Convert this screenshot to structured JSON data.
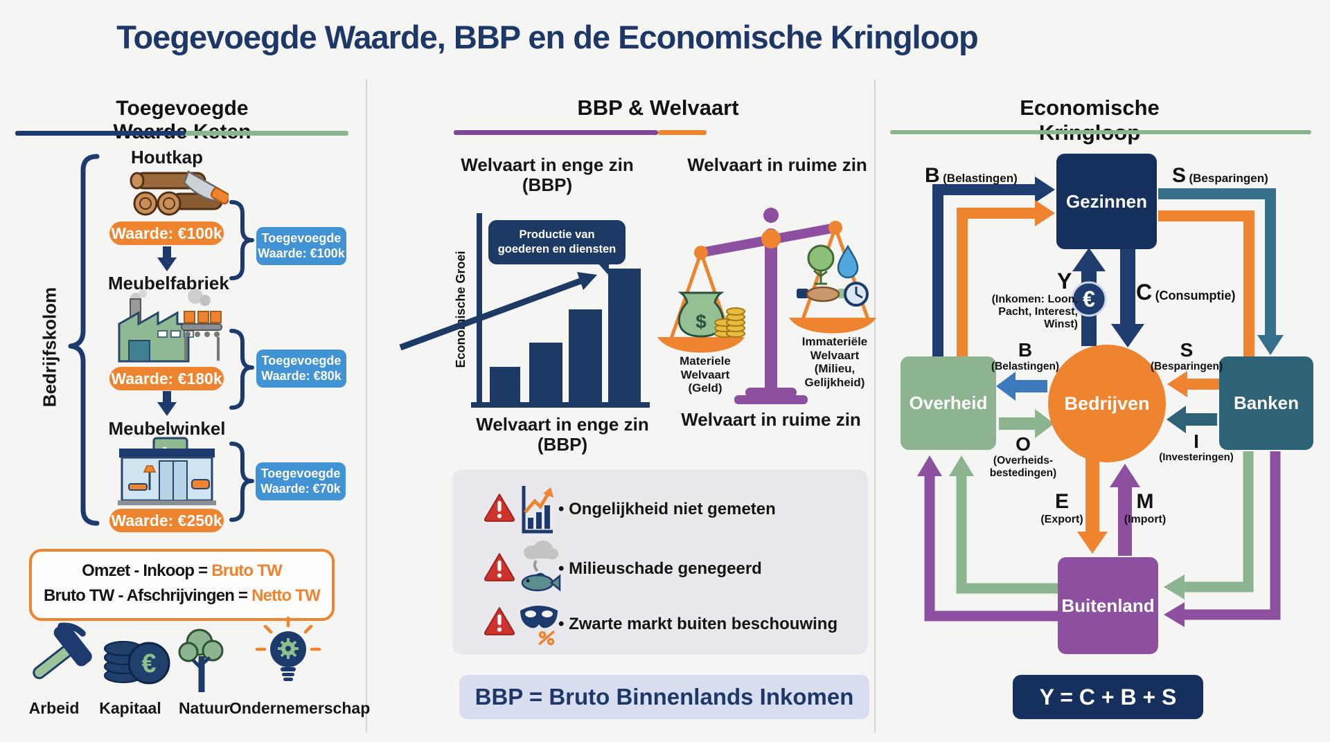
{
  "title": "Toegevoegde Waarde, BBP en de Economische Kringloop",
  "glyphs": {
    "euro": "€",
    "dollar": "$"
  },
  "colors": {
    "navy": "#1c3a6b",
    "orange": "#ee8430",
    "blue": "#4293d4",
    "green": "#8cb48f",
    "teal": "#2e6377",
    "purple": "#8d4fa0",
    "red": "#ce332e"
  },
  "col1": {
    "header": "Toegevoegde Waarde Keten",
    "side_label": "Bedrijfskolom",
    "stages": [
      {
        "name": "Houtkap",
        "value": "Waarde: €100k",
        "added": "Toegevoegde Waarde: €100k"
      },
      {
        "name": "Meubelfabriek",
        "value": "Waarde: €180k",
        "added": "Toegevoegde Waarde: €80k"
      },
      {
        "name": "Meubelwinkel",
        "value": "Waarde: €250k",
        "added": "Toegevoegde Waarde: €70k"
      }
    ],
    "formula": {
      "line1_pre": "Omzet - Inkoop = ",
      "line1_hl": "Bruto TW",
      "line2_pre": "Bruto TW - Afschrijvingen = ",
      "line2_hl": "Netto TW"
    },
    "factors": [
      {
        "label": "Arbeid"
      },
      {
        "label": "Kapitaal"
      },
      {
        "label": "Natuur"
      },
      {
        "label": "Ondernemerschap"
      }
    ]
  },
  "col2": {
    "header": "BBP & Welvaart",
    "narrow_title_line1": "Welvaart in enge zin",
    "narrow_title_line2": "(BBP)",
    "broad_title": "Welvaart in ruime zin",
    "chart": {
      "type": "bar",
      "axis_label": "Economische Groei",
      "bubble_line1": "Productie van",
      "bubble_line2": "goederen en diensten",
      "bar_heights_rel": [
        0.28,
        0.46,
        0.7,
        1.0
      ]
    },
    "scale": {
      "left_label": "Materiele Welvaart (Geld)",
      "right_label": "Immateriële Welvaart (Milieu, Gelijkheid)"
    },
    "warnings": [
      "• Ongelijkheid niet gemeten",
      "• Milieuschade genegeerd",
      "• Zwarte markt buiten beschouwing"
    ],
    "bottom_formula": "BBP = Bruto Binnenlands Inkomen"
  },
  "col3": {
    "header": "Economische Kringloop",
    "nodes": {
      "gezinnen": "Gezinnen",
      "overheid": "Overheid",
      "bedrijven": "Bedrijven",
      "banken": "Banken",
      "buitenland": "Buitenland"
    },
    "flows": {
      "b_top": {
        "letter": "B",
        "desc": "(Belastingen)"
      },
      "s_top": {
        "letter": "S",
        "desc": "(Besparingen)"
      },
      "y": {
        "letter": "Y",
        "desc": "(Inkomen: Loon, Pacht, Interest, Winst)"
      },
      "c": {
        "letter": "C",
        "desc": "(Consumptie)"
      },
      "b_mid": {
        "letter": "B",
        "desc": "(Belastingen)"
      },
      "s_mid": {
        "letter": "S",
        "desc": "(Besparingen)"
      },
      "o": {
        "letter": "O",
        "desc_line1": "(Overheids-",
        "desc_line2": "bestedingen)"
      },
      "i": {
        "letter": "I",
        "desc": "(Investeringen)"
      },
      "e": {
        "letter": "E",
        "desc": "(Export)"
      },
      "m": {
        "letter": "M",
        "desc": "(Import)"
      }
    },
    "formula": "Y = C + B + S"
  }
}
